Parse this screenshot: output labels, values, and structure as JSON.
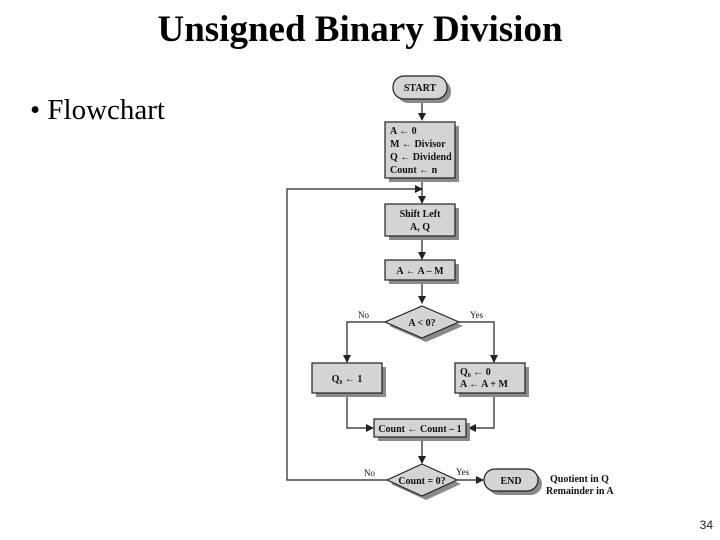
{
  "slide": {
    "title": "Unsigned Binary Division",
    "bullet": "Flowchart",
    "page_number": "34"
  },
  "flowchart": {
    "start": "START",
    "init": [
      "A ← 0",
      "M ← Divisor",
      "Q ← Dividend",
      "Count ← n"
    ],
    "shift": [
      "Shift Left",
      "A, Q"
    ],
    "subtract": "A ← A – M",
    "decision1": "A < 0?",
    "no1": "No",
    "yes1": "Yes",
    "set_one": "Q₀ ← 1",
    "set_zero": [
      "Q₀ ← 0",
      "A ← A + M"
    ],
    "decrement": "Count ← Count – 1",
    "decision2": "Count = 0?",
    "no2": "No",
    "yes2": "Yes",
    "end": "END",
    "result": [
      "Quotient in Q",
      "Remainder in A"
    ]
  }
}
